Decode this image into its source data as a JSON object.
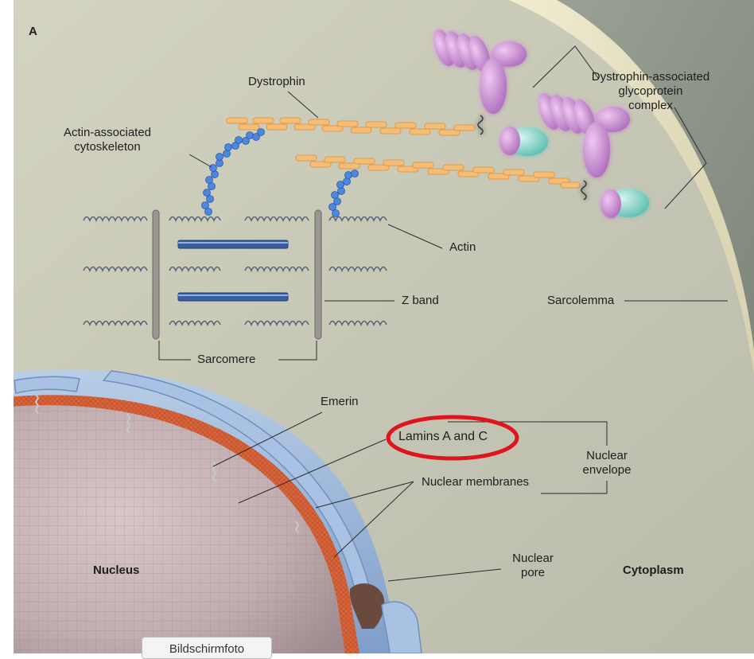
{
  "panel_letter": "A",
  "labels": {
    "dystrophin": "Dystrophin",
    "dgc": "Dystrophin-associated glycoprotein complex",
    "dgc_line1": "Dystrophin-associated",
    "dgc_line2": "glycoprotein",
    "dgc_line3": "complex",
    "actin_cyto_line1": "Actin-associated",
    "actin_cyto_line2": "cytoskeleton",
    "actin": "Actin",
    "z_band": "Z band",
    "sarcolemma": "Sarcolemma",
    "sarcomere": "Sarcomere",
    "emerin": "Emerin",
    "lamins": "Lamins A and C",
    "nuclear_envelope_line1": "Nuclear",
    "nuclear_envelope_line2": "envelope",
    "nuclear_membranes": "Nuclear membranes",
    "nucleus": "Nucleus",
    "nuclear_pore_line1": "Nuclear",
    "nuclear_pore_line2": "pore",
    "cytoplasm": "Cytoplasm"
  },
  "tooltip": "Bildschirmfoto",
  "highlight": {
    "target": "lamins",
    "color": "#e0141c"
  },
  "colors": {
    "cell_background": "#c9c8b4",
    "sarcolemma_band": "#e8e2c3",
    "dystrophin": "#f2b56a",
    "glycoprotein_pink": "#c98ad0",
    "glycoprotein_teal": "#7fd2c4",
    "actin_blue": "#3f7fd6",
    "thick_filament": "#3a5ea0",
    "nuclear_membrane": "#9ab4d8",
    "lamina": "#d9643a",
    "nucleoplasm": "#c8b3b4"
  }
}
